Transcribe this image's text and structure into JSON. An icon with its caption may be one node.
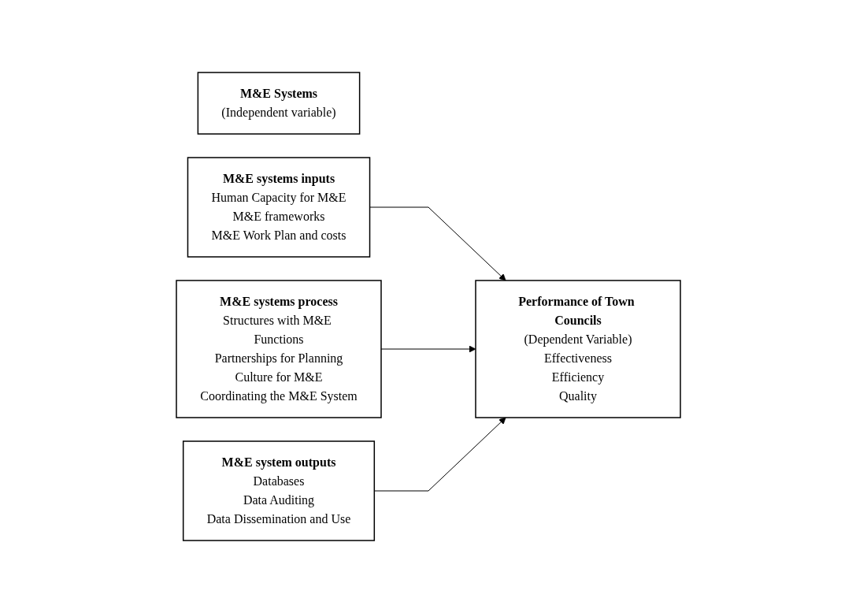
{
  "diagram": {
    "nodes": [
      {
        "text": [
          "M&E Systems",
          "(Independent variable)"
        ]
      },
      {
        "text": [
          "M&E systems inputs",
          "Human Capacity for M&E",
          "M&E frameworks",
          "M&E Work Plan and costs"
        ]
      },
      {
        "text": [
          "M&E systems process",
          "Structures with M&E Functions",
          "Partnerships for Planning",
          "Culture for M&E",
          "Coordinating the M&E System"
        ]
      },
      {
        "text": [
          "M&E system outputs",
          "Databases",
          "Data Auditing",
          "Data Dissemination and Use"
        ]
      },
      {
        "text": [
          "Performance of Town Councils",
          "(Dependent Variable)",
          "Effectiveness",
          "Efficiency",
          "Quality"
        ]
      }
    ],
    "edges": [
      {
        "from": 1,
        "to": 4,
        "arrow": "to"
      },
      {
        "from": 2,
        "to": 4,
        "arrow": "to"
      },
      {
        "from": 3,
        "to": 4,
        "arrow": "to"
      }
    ]
  }
}
